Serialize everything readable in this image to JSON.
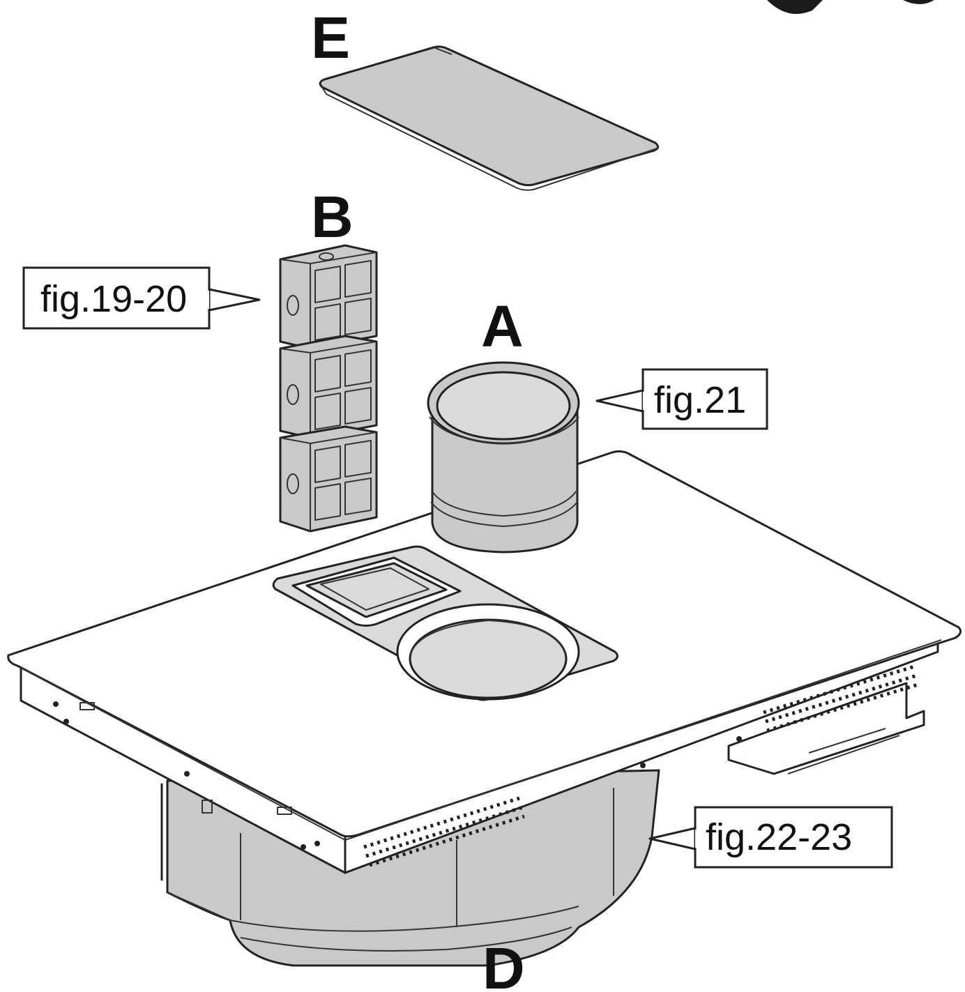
{
  "labels": {
    "part_e": "E",
    "part_b": "B",
    "part_a": "A",
    "part_d": "D"
  },
  "callouts": {
    "filters": "fig.19-20",
    "adapter": "fig.21",
    "duct": "fig.22-23"
  },
  "colors": {
    "part_fill": "#c9c9c9",
    "line": "#222222",
    "background": "#ffffff"
  }
}
